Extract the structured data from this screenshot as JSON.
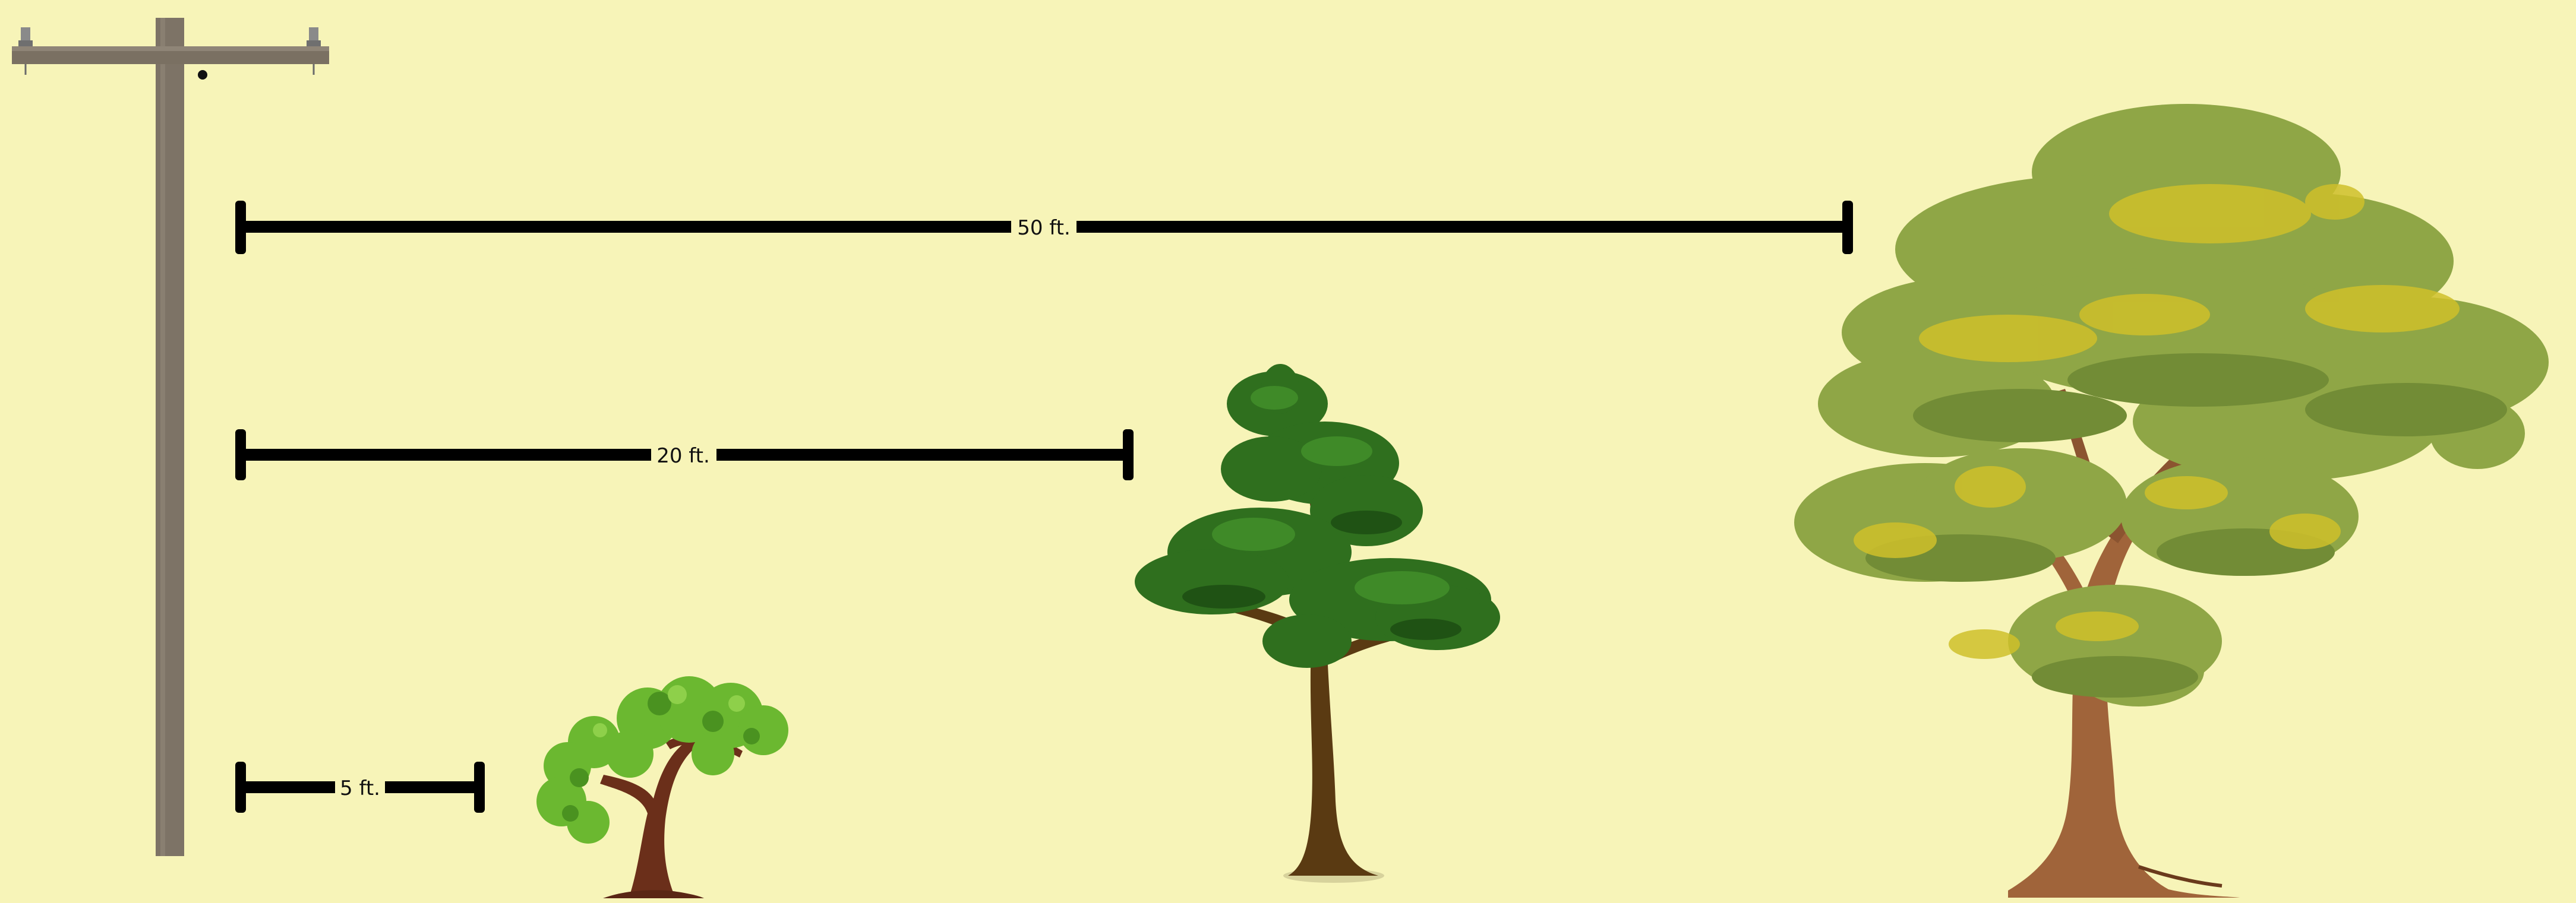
{
  "palette": {
    "background": "#f7f4b8",
    "pole_wood": "#7d7366",
    "line": "#000000",
    "small_tree_foliage": "#6bb830",
    "medium_tree_foliage": "#2f6f1e",
    "large_tree_foliage": "#8fa646",
    "trunk": "#6b3a1f"
  },
  "measurements": [
    {
      "id": "dist-5",
      "label": "5 ft."
    },
    {
      "id": "dist-20",
      "label": "20 ft."
    },
    {
      "id": "dist-50",
      "label": "50 ft."
    }
  ],
  "icons": [
    "utility-pole-icon",
    "small-tree-icon",
    "medium-tree-icon",
    "large-tree-icon"
  ]
}
